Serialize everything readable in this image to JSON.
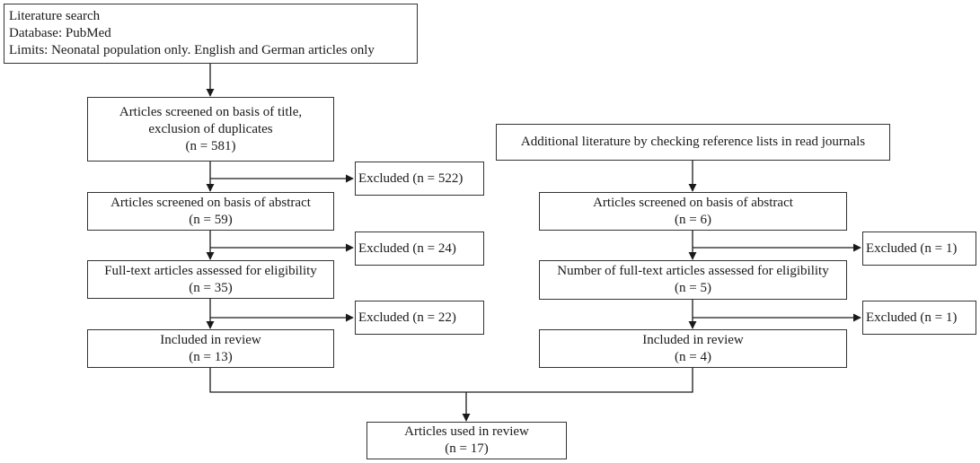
{
  "search": {
    "line1": "Literature search",
    "line2": "Database: PubMed",
    "line3": "Limits: Neonatal population only. English and German articles only"
  },
  "left": {
    "title_screen": {
      "line1": "Articles screened on basis of title,",
      "line2": "exclusion of duplicates",
      "count": "(n = 581)"
    },
    "excluded_1": "Excluded (n = 522)",
    "abstract_screen": {
      "line1": "Articles screened on basis of abstract",
      "count": "(n = 59)"
    },
    "excluded_2": "Excluded (n = 24)",
    "fulltext": {
      "line1": "Full-text articles assessed for eligibility",
      "count": "(n = 35)"
    },
    "excluded_3": "Excluded (n = 22)",
    "included": {
      "line1": "Included in review",
      "count": "(n = 13)"
    }
  },
  "right": {
    "additional": "Additional literature by checking reference lists in read journals",
    "abstract_screen": {
      "line1": "Articles screened on basis of abstract",
      "count": "(n = 6)"
    },
    "excluded_1": "Excluded (n = 1)",
    "fulltext": {
      "line1": "Number of full-text articles assessed for eligibility",
      "count": "(n = 5)"
    },
    "excluded_2": "Excluded (n = 1)",
    "included": {
      "line1": "Included in review",
      "count": "(n = 4)"
    }
  },
  "final": {
    "line1": "Articles used in review",
    "count": "(n = 17)"
  }
}
